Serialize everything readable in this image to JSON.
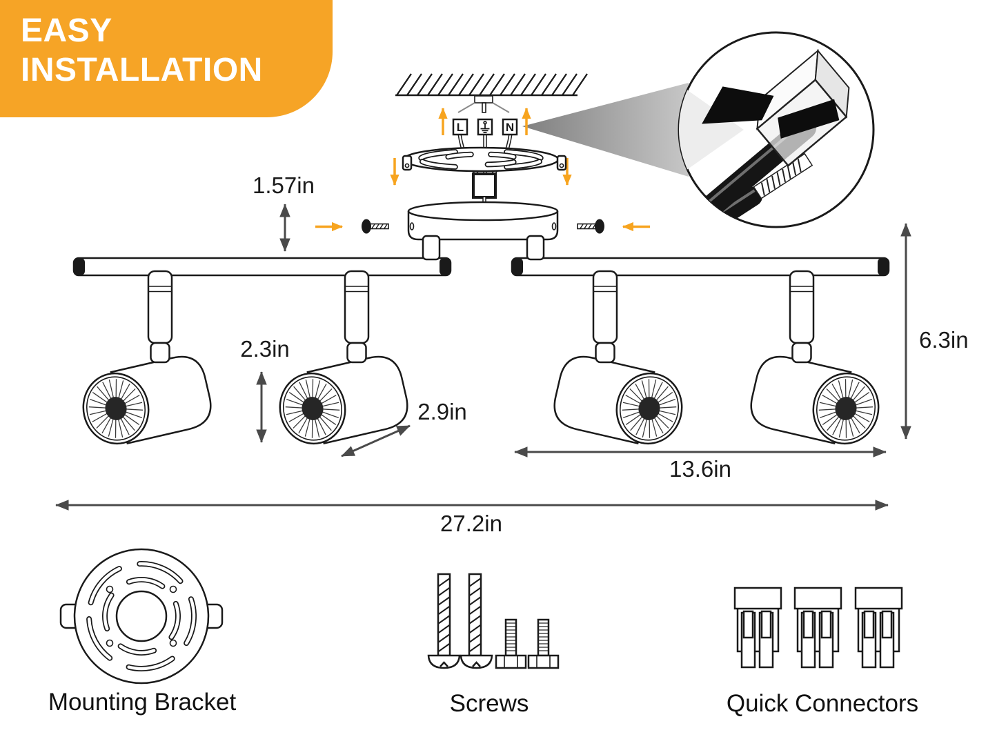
{
  "badge": {
    "line1": "EASY",
    "line2": "INSTALLATION"
  },
  "colors": {
    "accent_orange": "#F6A426",
    "arrow_orange": "#F7A41F",
    "line_ink": "#1A1A1A",
    "dimension_gray": "#4A4A4A",
    "magnifier_cone_gray": "#9A9A9A"
  },
  "wiring": {
    "live": "L",
    "neutral": "N"
  },
  "icons": {
    "ground": "earth-ground-symbol",
    "magnifier_detail": "quick-connector-closeup",
    "ceiling": "hatched-ceiling",
    "spotlight": "track-spotlight-head"
  },
  "dimensions": {
    "canopy_height": "1.57in",
    "head_height": "2.3in",
    "head_length": "2.9in",
    "fixture_height": "6.3in",
    "bar_length": "13.6in",
    "total_length": "27.2in"
  },
  "parts": {
    "bracket": "Mounting Bracket",
    "screws": "Screws",
    "connectors": "Quick Connectors"
  }
}
